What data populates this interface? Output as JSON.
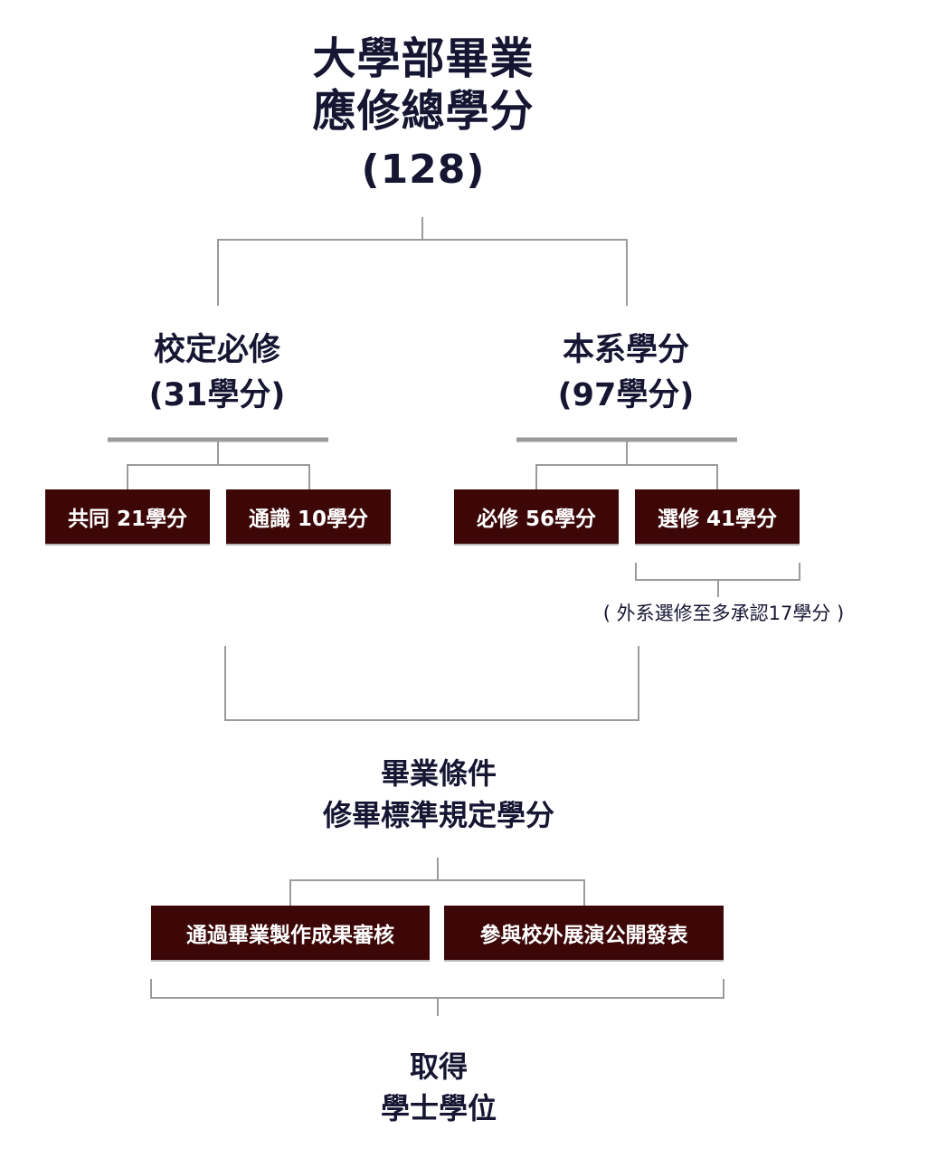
{
  "top": {
    "line1": "大學部畢業",
    "line2": "應修總學分",
    "total": "(128)"
  },
  "school_required": {
    "title": "校定必修",
    "credits": "(31學分)",
    "items": [
      {
        "label": "共同 21學分"
      },
      {
        "label": "通識 10學分"
      }
    ]
  },
  "department": {
    "title": "本系學分",
    "credits": "(97學分)",
    "items": [
      {
        "label": "必修 56學分"
      },
      {
        "label": "選修 41學分"
      }
    ],
    "note": "( 外系選修至多承認17學分 )"
  },
  "graduation": {
    "line1": "畢業條件",
    "line2": "修畢標準規定學分",
    "items": [
      {
        "label": "通過畢業製作成果審核"
      },
      {
        "label": "參與校外展演公開發表"
      }
    ]
  },
  "degree": {
    "line1": "取得",
    "line2": "學士學位"
  },
  "colors": {
    "box_fill": "#3d0707",
    "text": "#161633",
    "connector": "#9b9b9b"
  }
}
